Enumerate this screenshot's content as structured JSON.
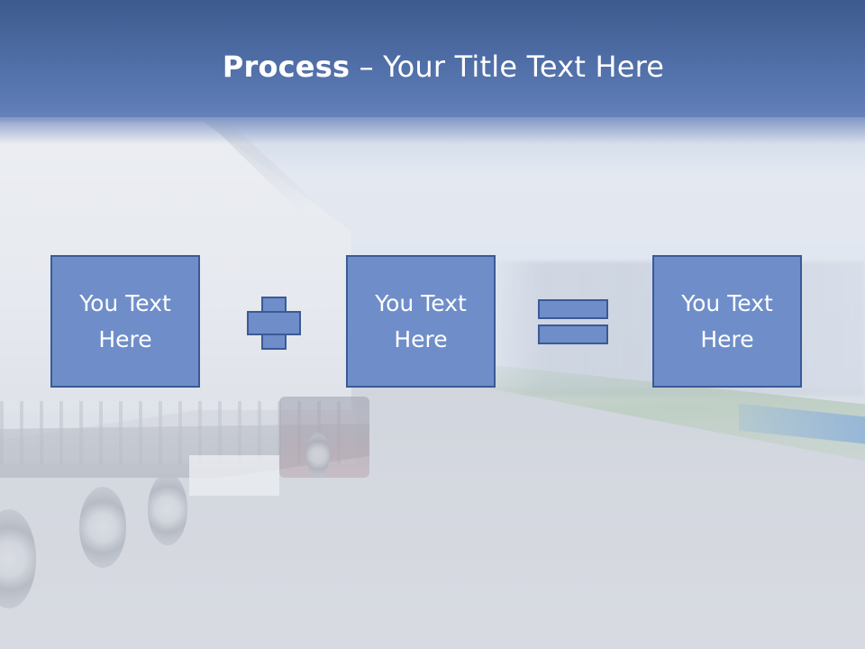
{
  "title": {
    "bold": "Process",
    "rest": " – Your Title Text Here"
  },
  "boxes": [
    {
      "text": "You Text Here"
    },
    {
      "text": "You Text Here"
    },
    {
      "text": "You Text Here"
    }
  ],
  "operators": {
    "first": "plus-icon",
    "second": "equals-icon"
  },
  "colors": {
    "title_band": "#4d6ba3",
    "box_fill": "#6f8ec9",
    "box_border": "#3a5a97",
    "text": "#ffffff"
  }
}
